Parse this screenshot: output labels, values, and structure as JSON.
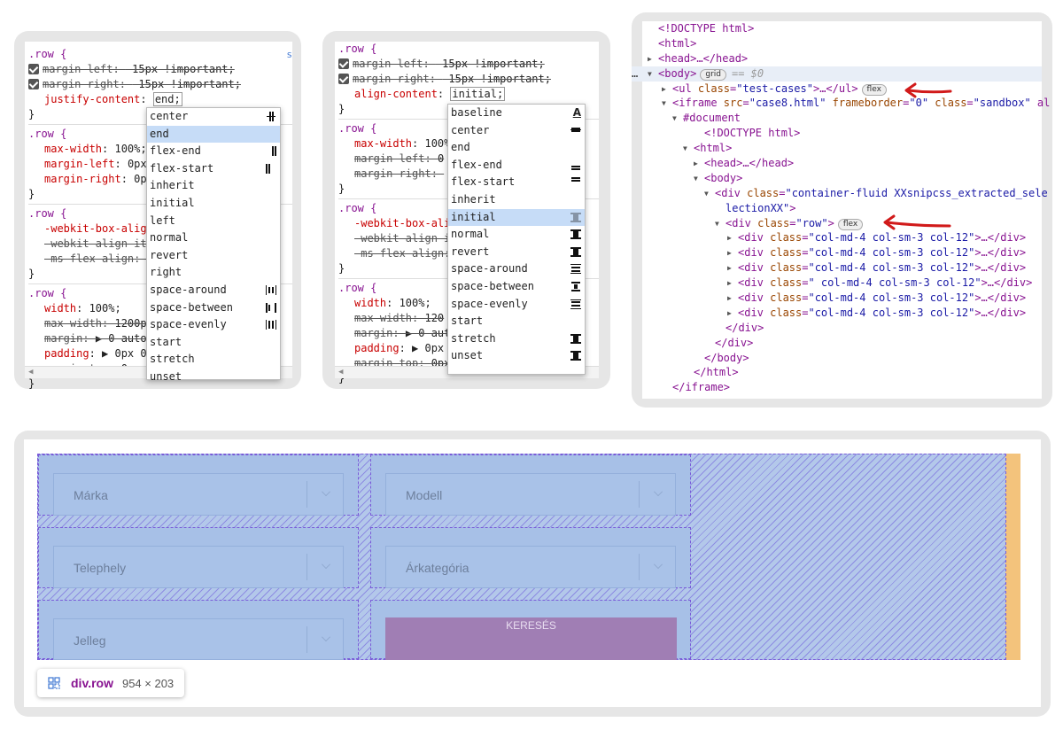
{
  "panel1": {
    "rules": [
      {
        "selector": ".row {",
        "lines": [
          {
            "checked": true,
            "prop": "margin-left",
            "value": "-15px !important;",
            "strike": true
          },
          {
            "checked": true,
            "prop": "margin-right",
            "value": "-15px !important;",
            "strike": true
          },
          {
            "checked": false,
            "prop": "justify-content",
            "value": "end;",
            "strike": false
          }
        ]
      },
      {
        "selector": ".row {",
        "lines": [
          {
            "prop": "max-width",
            "value": "100%;",
            "strike": false
          },
          {
            "prop": "margin-left",
            "value": "0px;",
            "strike": false
          },
          {
            "prop": "margin-right",
            "value": "0px;",
            "strike": false
          }
        ]
      },
      {
        "selector": ".row {",
        "lines": [
          {
            "prop": "-webkit-box-align",
            "value": "",
            "strike": false
          },
          {
            "prop": "-webkit-align-items",
            "value": "",
            "strike": true
          },
          {
            "prop": "-ms-flex-align",
            "value": "",
            "strike": true
          }
        ]
      },
      {
        "selector": ".row {",
        "lines": [
          {
            "prop": "width",
            "value": "100%;",
            "strike": false
          },
          {
            "prop": "max-width",
            "value": "1200px",
            "strike": true
          },
          {
            "prop": "margin",
            "value": "▶ 0 auto;",
            "strike": true
          },
          {
            "prop": "padding",
            "value": "▶ 0px 0;",
            "strike": false
          },
          {
            "prop": "margin-top",
            "value": "0px;",
            "strike": true
          }
        ]
      }
    ],
    "closing": "}",
    "dropdown": [
      "center",
      "end",
      "flex-end",
      "flex-start",
      "inherit",
      "initial",
      "left",
      "normal",
      "revert",
      "right",
      "space-around",
      "space-between",
      "space-evenly",
      "start",
      "stretch",
      "unset"
    ],
    "highlighted": "end"
  },
  "panel2": {
    "rules": [
      {
        "selector": ".row {",
        "lines": [
          {
            "checked": true,
            "prop": "margin-left",
            "value": "-15px !important;",
            "strike": true
          },
          {
            "checked": true,
            "prop": "margin-right",
            "value": "-15px !important;",
            "strike": true
          },
          {
            "checked": false,
            "prop": "align-content",
            "value": "initial;",
            "strike": false
          }
        ]
      },
      {
        "selector": ".row {",
        "lines": [
          {
            "prop": "max-width",
            "value": "100%",
            "strike": false
          },
          {
            "prop": "margin-left",
            "value": "0",
            "strike": true
          },
          {
            "prop": "margin-right",
            "value": "",
            "strike": true
          }
        ]
      },
      {
        "selector": ".row {",
        "lines": [
          {
            "prop": "-webkit-box-ali",
            "value": "",
            "strike": false
          },
          {
            "prop": "-webkit-align-i",
            "value": "",
            "strike": true
          },
          {
            "prop": "-ms-flex-align",
            "value": "",
            "strike": true
          }
        ]
      },
      {
        "selector": ".row {",
        "lines": [
          {
            "prop": "width",
            "value": "100%;",
            "strike": false
          },
          {
            "prop": "max-width",
            "value": "120",
            "strike": true
          },
          {
            "prop": "margin",
            "value": "▶ 0 auto",
            "strike": true
          },
          {
            "prop": "padding",
            "value": "▶ 0px 0",
            "strike": false
          },
          {
            "prop": "margin-top",
            "value": "0px",
            "strike": true
          }
        ]
      }
    ],
    "closing": "}",
    "dropdown": [
      "baseline",
      "center",
      "end",
      "flex-end",
      "flex-start",
      "inherit",
      "initial",
      "normal",
      "revert",
      "space-around",
      "space-between",
      "space-evenly",
      "start",
      "stretch",
      "unset"
    ],
    "highlighted": "initial",
    "baseline_icon": "A"
  },
  "panel3": {
    "lines": [
      "<!DOCTYPE html>",
      "<html>",
      "<head>…</head>",
      "<body>",
      "<ul class=\"test-cases\">…</ul>",
      "<iframe src=\"case8.html\" frameborder=\"0\" class=\"sandbox\" al",
      "#document",
      "<!DOCTYPE html>",
      "<html>",
      "<head>…</head>",
      "<body>",
      "<div class=\"container-fluid XXsnipcss_extracted_sele",
      "lectionXX\">",
      "<div class=\"row\">",
      "<div class=\"col-md-4 col-sm-3 col-12\">…</div>",
      "<div class=\"col-md-4 col-sm-3 col-12\">…</div>",
      "<div class=\"col-md-4 col-sm-3 col-12\">…</div>",
      "<div class=\" col-md-4 col-sm-3 col-12\">…</div>",
      "<div class=\"col-md-4 col-sm-3 col-12\">…</div>",
      "<div class=\"col-md-4 col-sm-3 col-12\">…</div>",
      "</div>",
      "</div>",
      "</body>",
      "</html>",
      "</iframe>"
    ],
    "body_badge": "grid",
    "body_suffix": "== $0",
    "ul_badge": "flex",
    "row_badge": "flex",
    "ellipsis": "…",
    "arrow_color": "#d11a1a"
  },
  "preview": {
    "fields": [
      "Márka",
      "Modell",
      "Telephely",
      "Árkategória",
      "Jelleg"
    ],
    "button": "KERESÉS",
    "tooltip": {
      "name": "div.row",
      "size": "954 × 203"
    }
  }
}
